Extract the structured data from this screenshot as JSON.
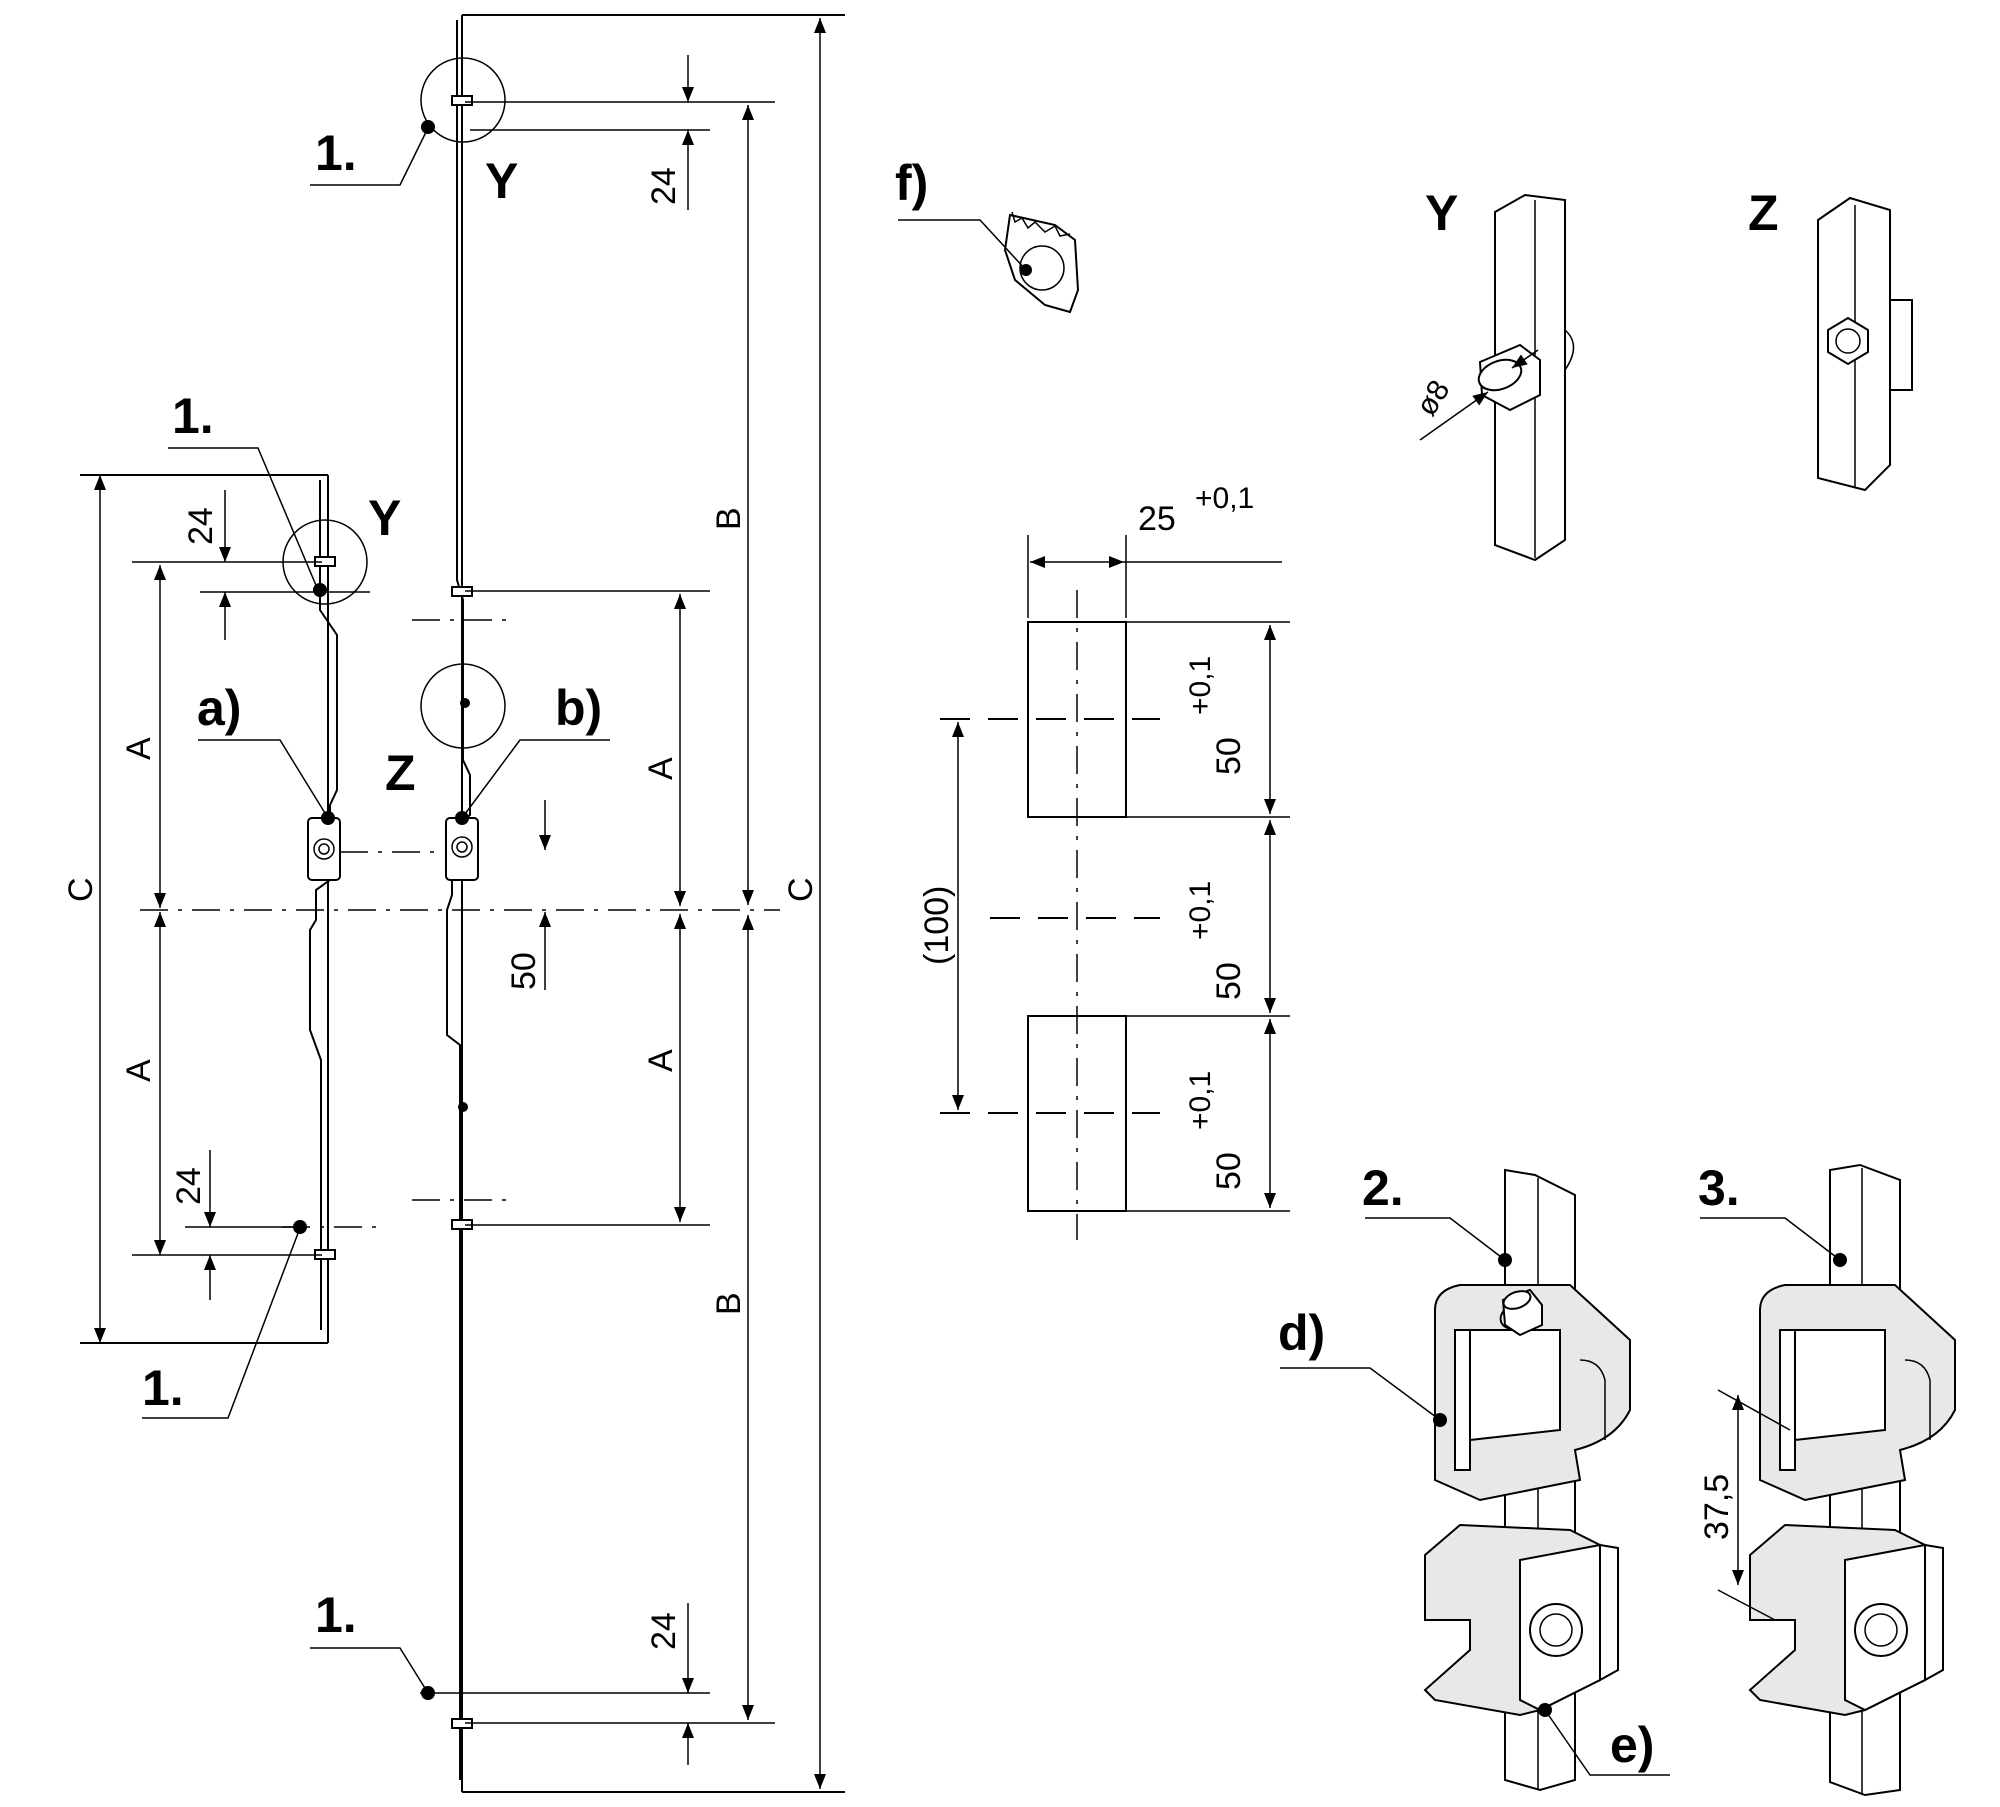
{
  "labels": {
    "item1": "1.",
    "item2": "2.",
    "item3": "3.",
    "a": "a)",
    "b": "b)",
    "d": "d)",
    "e": "e)",
    "f": "f)",
    "Y": "Y",
    "Z": "Z"
  },
  "dimensions": {
    "A": "A",
    "B": "B",
    "C": "C",
    "d24": "24",
    "d50": "50",
    "tol25": "25",
    "tolPlus": "+0,1",
    "tol50": "50",
    "spacing100": "(100)",
    "d37": "37,5",
    "dia8": "ø8"
  }
}
